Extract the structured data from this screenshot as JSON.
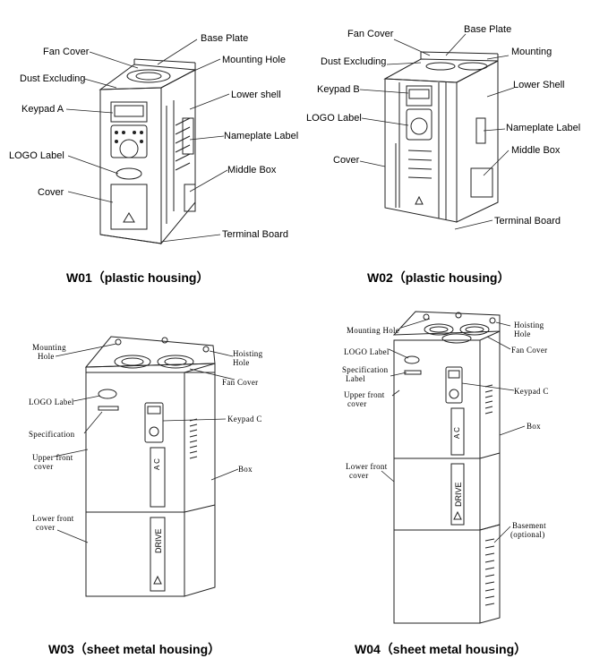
{
  "figure": {
    "w01": {
      "caption": "W01（plastic housing）",
      "labels": {
        "fan_cover": "Fan Cover",
        "base_plate": "Base Plate",
        "dust_excluding": "Dust Excluding",
        "mounting_hole": "Mounting Hole",
        "lower_shell": "Lower shell",
        "keypad": "Keypad A",
        "nameplate_label": "Nameplate Label",
        "logo_label": "LOGO Label",
        "middle_box": "Middle Box",
        "cover": "Cover",
        "terminal_board": "Terminal Board"
      }
    },
    "w02": {
      "caption": "W02（plastic housing）",
      "labels": {
        "fan_cover": "Fan Cover",
        "base_plate": "Base Plate",
        "dust_excluding": "Dust Excluding",
        "mounting": "Mounting",
        "keypad": "Keypad B",
        "lower_shell": "Lower Shell",
        "logo_label": "LOGO Label",
        "nameplate_label": "Nameplate Label",
        "middle_box": "Middle Box",
        "cover": "Cover",
        "terminal_board": "Terminal Board"
      }
    },
    "w03": {
      "caption": "W03（sheet metal housing）",
      "labels": {
        "mounting_hole_1": "Mounting",
        "mounting_hole_2": "Hole",
        "hoisting_hole_1": "Hoisting",
        "hoisting_hole_2": "Hole",
        "fan_cover": "Fan Cover",
        "logo_label": "LOGO Label",
        "keypad": "Keypad C",
        "specification": "Specification",
        "upper_front_1": "Upper front",
        "upper_front_2": "cover",
        "box": "Box",
        "lower_front_1": "Lower front",
        "lower_front_2": "cover"
      },
      "panel_text": {
        "ac": "A C",
        "drive": "DRIVE"
      }
    },
    "w04": {
      "caption": "W04（sheet metal housing）",
      "labels": {
        "mounting_hole": "Mounting Hole",
        "hoisting_1": "Hoisting",
        "hoisting_2": "Hole",
        "logo_label": "LOGO Label",
        "fan_cover": "Fan Cover",
        "spec_1": "Specification",
        "spec_2": "Label",
        "upper_front_1": "Upper front",
        "upper_front_2": "cover",
        "keypad": "Keypad C",
        "box": "Box",
        "lower_front_1": "Lower front",
        "lower_front_2": "cover",
        "basement_1": "Basement",
        "basement_2": "(optional)"
      },
      "panel_text": {
        "ac": "A C",
        "drive": "DRIVE"
      }
    }
  }
}
